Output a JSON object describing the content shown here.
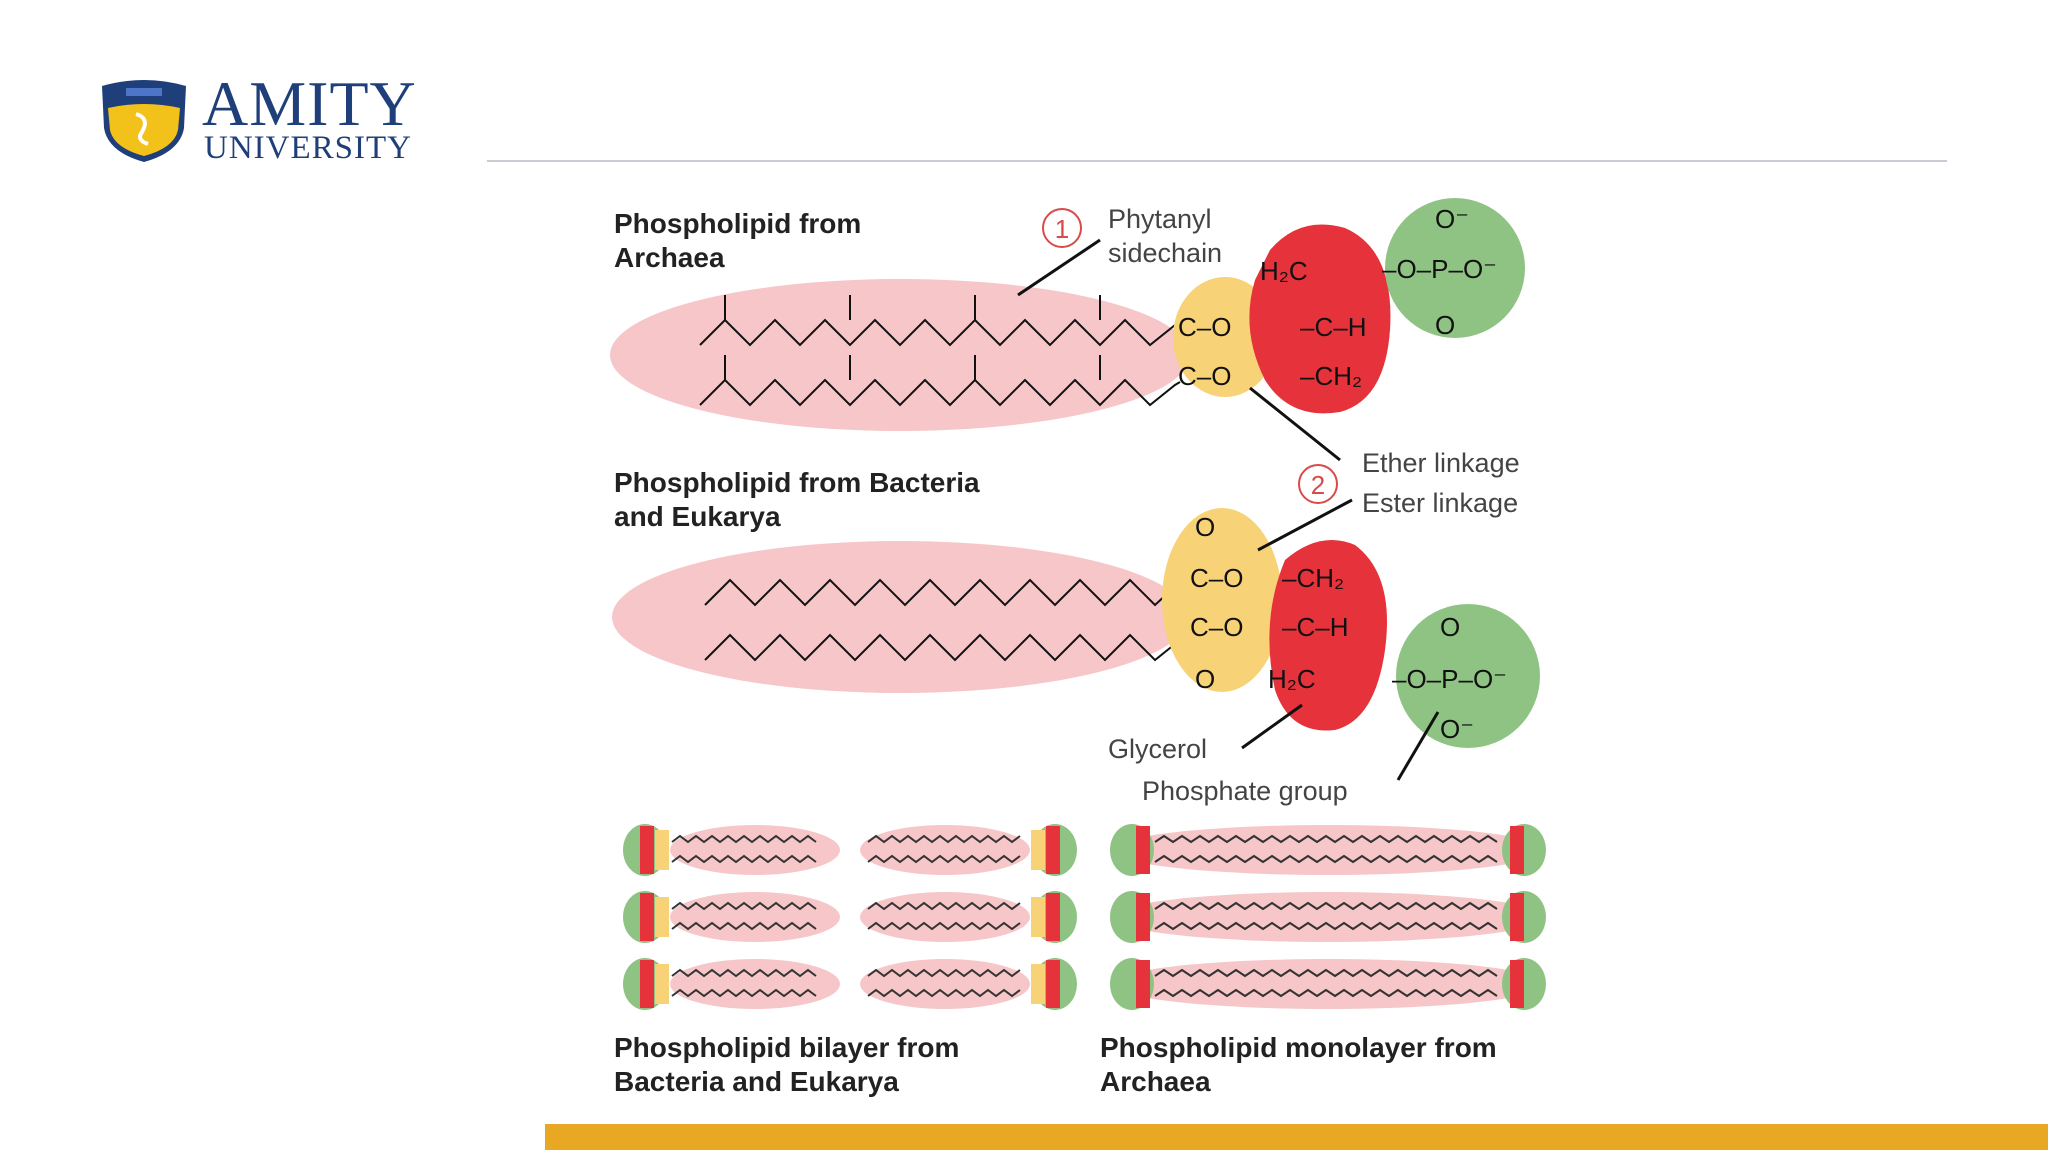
{
  "logo": {
    "line1": "AMITY",
    "line2": "UNIVERSITY",
    "colors": {
      "navy": "#1f3f7a",
      "gold": "#f3c21a"
    }
  },
  "diagram": {
    "archaea_title": [
      "Phospholipid from",
      "Archaea"
    ],
    "bacteria_title": [
      "Phospholipid from Bacteria",
      "and Eukarya"
    ],
    "marker1": "1",
    "marker2": "2",
    "phytanyl": [
      "Phytanyl",
      "sidechain"
    ],
    "ether_linkage": "Ether linkage",
    "ester_linkage": "Ester linkage",
    "glycerol": "Glycerol",
    "phosphate_group": "Phosphate group",
    "bilayer_caption": [
      "Phospholipid bilayer from",
      "Bacteria and Eukarya"
    ],
    "monolayer_caption": [
      "Phospholipid monolayer from",
      "Archaea"
    ],
    "colors": {
      "tail": "#f6c6c8",
      "glycerol_yellow": "#f8d277",
      "red": "#e5323b",
      "phosphate_green": "#8fc383"
    }
  },
  "accent_bar_color": "#e9a823"
}
